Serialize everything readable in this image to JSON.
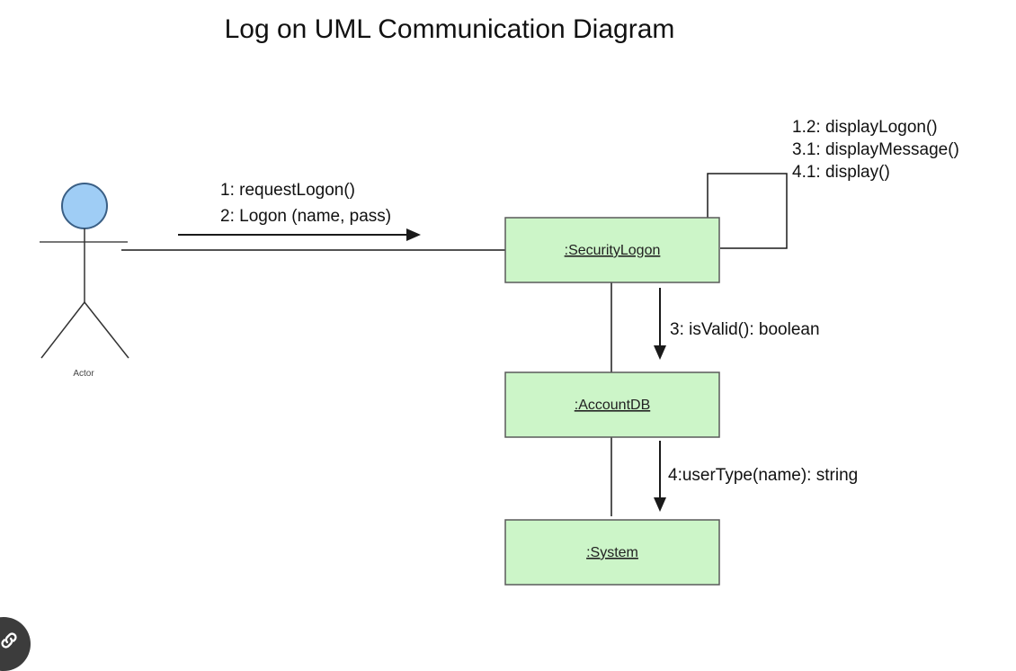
{
  "title": "Log on UML Communication Diagram",
  "actor": {
    "label": "Actor"
  },
  "objects": {
    "security_logon": ":SecurityLogon",
    "account_db": ":AccountDB",
    "system": ":System"
  },
  "messages": {
    "actor_to_security": [
      "1: requestLogon()",
      "2: Logon (name, pass)"
    ],
    "self_loop": [
      "1.2: displayLogon()",
      "3.1: displayMessage()",
      "4.1: display()"
    ],
    "security_to_account": "3: isValid(): boolean",
    "account_to_system": "4:userType(name): string"
  },
  "colors": {
    "object_fill": "#ccf5c8",
    "object_stroke": "#5a5a5a",
    "actor_head_fill": "#9fcdf5",
    "actor_head_stroke": "#3a5f85",
    "line": "#1a1a1a",
    "text": "#111111"
  },
  "icons": {
    "corner_badge": "link-icon"
  }
}
